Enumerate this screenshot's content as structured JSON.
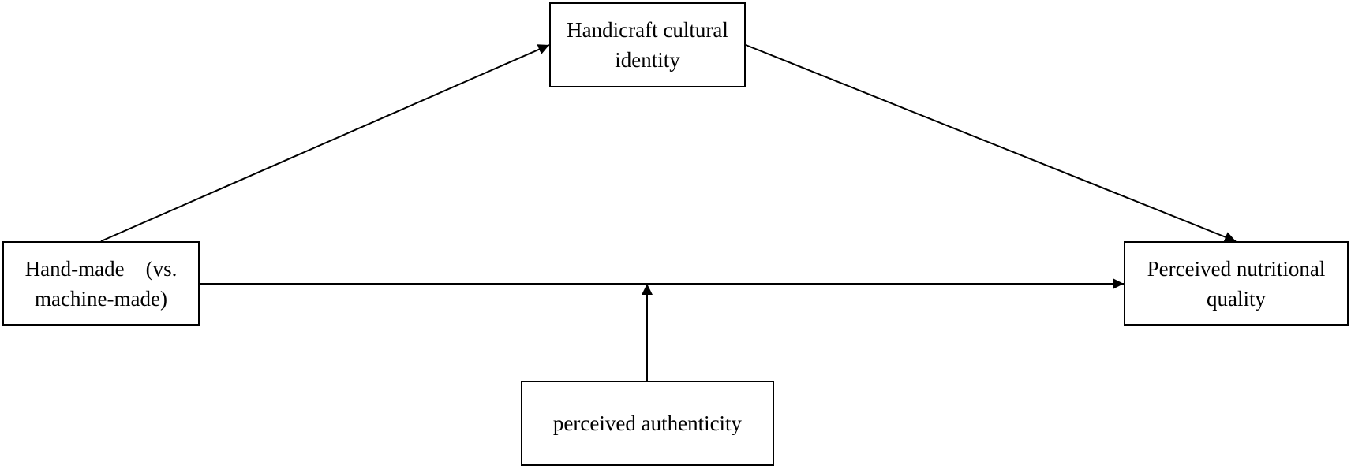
{
  "diagram": {
    "nodes": {
      "identity": {
        "line1": "Handicraft cultural",
        "line2": "identity"
      },
      "handmade": {
        "line1": "Hand-made    (vs.",
        "line2": "machine-made)"
      },
      "nutrition": {
        "line1": "Perceived nutritional",
        "line2": "quality"
      },
      "authenticity": {
        "line1": "perceived authenticity"
      }
    },
    "edges": [
      {
        "from": "Hand-made (vs. machine-made)",
        "to": "Handicraft cultural identity"
      },
      {
        "from": "Handicraft cultural identity",
        "to": "Perceived nutritional quality"
      },
      {
        "from": "Hand-made (vs. machine-made)",
        "to": "Perceived nutritional quality"
      },
      {
        "from": "perceived authenticity",
        "to": "Hand-made (vs. machine-made) → Perceived nutritional quality"
      }
    ],
    "colors": {
      "stroke": "#000000",
      "background": "#ffffff"
    }
  }
}
